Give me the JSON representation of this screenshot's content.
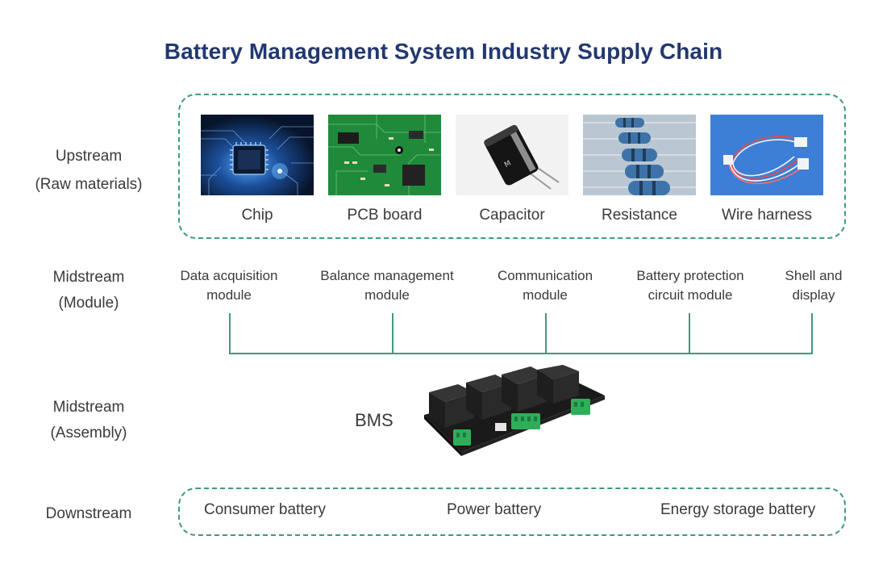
{
  "title": "Battery Management System Industry Supply Chain",
  "rows": {
    "upstream": {
      "line1": "Upstream",
      "line2": "(Raw materials)"
    },
    "midstream_module": {
      "line1": "Midstream",
      "line2": "(Module)"
    },
    "midstream_assembly": {
      "line1": "Midstream",
      "line2": "(Assembly)"
    },
    "downstream": {
      "line1": "Downstream"
    }
  },
  "upstream_items": [
    {
      "label": "Chip",
      "icon": "chip-photo"
    },
    {
      "label": "PCB board",
      "icon": "pcb-board-photo"
    },
    {
      "label": "Capacitor",
      "icon": "capacitor-photo"
    },
    {
      "label": "Resistance",
      "icon": "resistor-photo"
    },
    {
      "label": "Wire harness",
      "icon": "wire-harness-photo"
    }
  ],
  "modules": [
    {
      "line1": "Data acquisition",
      "line2": "module"
    },
    {
      "line1": "Balance management",
      "line2": "module"
    },
    {
      "line1": "Communication",
      "line2": "module"
    },
    {
      "line1": "Battery protection",
      "line2": "circuit module"
    },
    {
      "line1": "Shell and",
      "line2": "display"
    }
  ],
  "assembly": {
    "label": "BMS",
    "icon": "bms-device-photo"
  },
  "downstream_items": [
    "Consumer battery",
    "Power battery",
    "Energy storage battery"
  ],
  "colors": {
    "title": "#23386f",
    "accent": "#3e9b79",
    "text": "#3a3a3a"
  }
}
